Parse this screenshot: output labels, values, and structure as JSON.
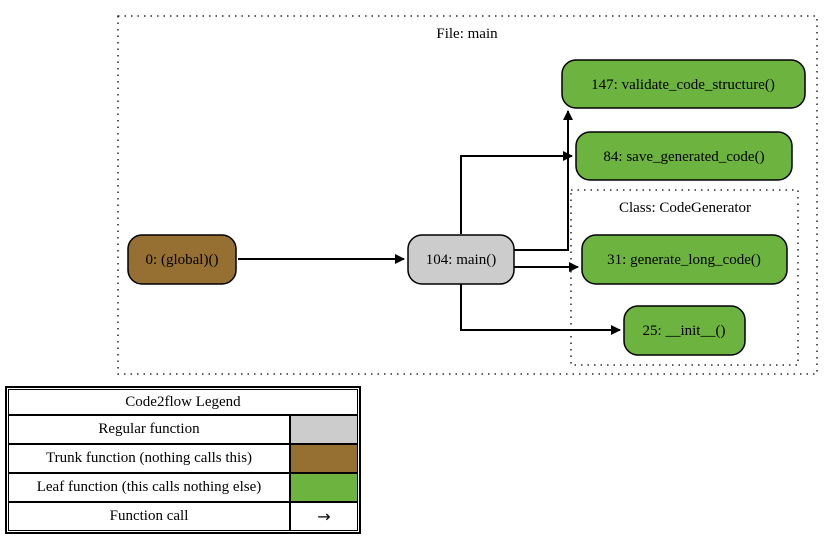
{
  "colors": {
    "regular": "#cccccc",
    "trunk": "#966f33",
    "leaf": "#6db33f",
    "stroke": "#000000"
  },
  "clusters": {
    "file": {
      "label": "File: main"
    },
    "class": {
      "label": "Class: CodeGenerator"
    }
  },
  "nodes": {
    "global": {
      "label": "0: (global)()",
      "kind": "trunk"
    },
    "main": {
      "label": "104: main()",
      "kind": "regular"
    },
    "validate": {
      "label": "147: validate_code_structure()",
      "kind": "leaf"
    },
    "save": {
      "label": "84: save_generated_code()",
      "kind": "leaf"
    },
    "generate": {
      "label": "31: generate_long_code()",
      "kind": "leaf"
    },
    "init": {
      "label": "25: __init__()",
      "kind": "leaf"
    }
  },
  "edges": [
    {
      "from": "global",
      "to": "main"
    },
    {
      "from": "main",
      "to": "validate"
    },
    {
      "from": "main",
      "to": "save"
    },
    {
      "from": "main",
      "to": "generate"
    },
    {
      "from": "main",
      "to": "init"
    }
  ],
  "legend": {
    "title": "Code2flow Legend",
    "rows": [
      {
        "label": "Regular function",
        "kind": "regular"
      },
      {
        "label": "Trunk function (nothing calls this)",
        "kind": "trunk"
      },
      {
        "label": "Leaf function (this calls nothing else)",
        "kind": "leaf"
      },
      {
        "label": "Function call",
        "arrow": "→"
      }
    ]
  }
}
